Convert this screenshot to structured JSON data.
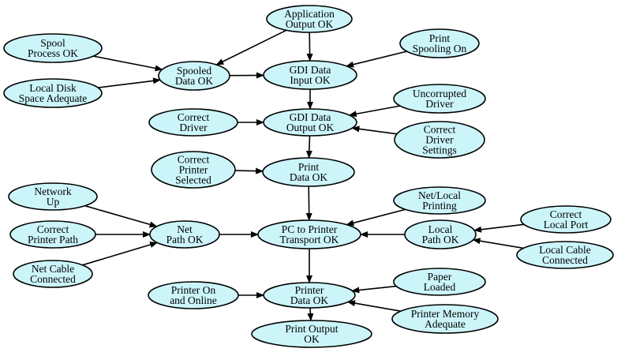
{
  "diagram": {
    "node_fill": "#ccf5fa",
    "node_stroke": "#000000",
    "nodes": [
      {
        "id": "app_output",
        "lines": [
          "Application",
          "Output OK"
        ]
      },
      {
        "id": "spool_process",
        "lines": [
          "Spool",
          "Process OK"
        ]
      },
      {
        "id": "print_spooling",
        "lines": [
          "Print",
          "Spooling On"
        ]
      },
      {
        "id": "spooled_data",
        "lines": [
          "Spooled",
          "Data OK"
        ]
      },
      {
        "id": "gdi_input",
        "lines": [
          "GDI Data",
          "Input OK"
        ]
      },
      {
        "id": "local_disk",
        "lines": [
          "Local Disk",
          "Space Adequate"
        ]
      },
      {
        "id": "uncorrupted_driver",
        "lines": [
          "Uncorrupted",
          "Driver"
        ]
      },
      {
        "id": "correct_driver",
        "lines": [
          "Correct",
          "Driver"
        ]
      },
      {
        "id": "gdi_output",
        "lines": [
          "GDI Data",
          "Output OK"
        ]
      },
      {
        "id": "driver_settings",
        "lines": [
          "Correct",
          "Driver",
          "Settings"
        ]
      },
      {
        "id": "printer_selected",
        "lines": [
          "Correct",
          "Printer",
          "Selected"
        ]
      },
      {
        "id": "print_data",
        "lines": [
          "Print",
          "Data OK"
        ]
      },
      {
        "id": "network_up",
        "lines": [
          "Network",
          "Up"
        ]
      },
      {
        "id": "net_local_printing",
        "lines": [
          "Net/Local",
          "Printing"
        ]
      },
      {
        "id": "correct_local_port",
        "lines": [
          "Correct",
          "Local Port"
        ]
      },
      {
        "id": "printer_path",
        "lines": [
          "Correct",
          "Printer Path"
        ]
      },
      {
        "id": "net_path",
        "lines": [
          "Net",
          "Path OK"
        ]
      },
      {
        "id": "pc_transport",
        "lines": [
          "PC to Printer",
          "Transport OK"
        ]
      },
      {
        "id": "local_path",
        "lines": [
          "Local",
          "Path OK"
        ]
      },
      {
        "id": "local_cable",
        "lines": [
          "Local Cable",
          "Connected"
        ]
      },
      {
        "id": "net_cable",
        "lines": [
          "Net Cable",
          "Connected"
        ]
      },
      {
        "id": "paper_loaded",
        "lines": [
          "Paper",
          "Loaded"
        ]
      },
      {
        "id": "printer_online",
        "lines": [
          "Printer On",
          "and Online"
        ]
      },
      {
        "id": "printer_data",
        "lines": [
          "Printer",
          "Data OK"
        ]
      },
      {
        "id": "printer_memory",
        "lines": [
          "Printer Memory",
          "Adequate"
        ]
      },
      {
        "id": "print_output",
        "lines": [
          "Print Output",
          "OK"
        ]
      }
    ],
    "edges": [
      {
        "from": "app_output",
        "to": "spooled_data"
      },
      {
        "from": "app_output",
        "to": "gdi_input"
      },
      {
        "from": "spool_process",
        "to": "spooled_data"
      },
      {
        "from": "local_disk",
        "to": "spooled_data"
      },
      {
        "from": "spooled_data",
        "to": "gdi_input"
      },
      {
        "from": "print_spooling",
        "to": "gdi_input"
      },
      {
        "from": "gdi_input",
        "to": "gdi_output"
      },
      {
        "from": "correct_driver",
        "to": "gdi_output"
      },
      {
        "from": "uncorrupted_driver",
        "to": "gdi_output"
      },
      {
        "from": "driver_settings",
        "to": "gdi_output"
      },
      {
        "from": "gdi_output",
        "to": "print_data"
      },
      {
        "from": "printer_selected",
        "to": "print_data"
      },
      {
        "from": "print_data",
        "to": "pc_transport"
      },
      {
        "from": "net_local_printing",
        "to": "pc_transport"
      },
      {
        "from": "network_up",
        "to": "net_path"
      },
      {
        "from": "printer_path",
        "to": "net_path"
      },
      {
        "from": "net_cable",
        "to": "net_path"
      },
      {
        "from": "net_path",
        "to": "pc_transport"
      },
      {
        "from": "local_path",
        "to": "pc_transport"
      },
      {
        "from": "correct_local_port",
        "to": "local_path"
      },
      {
        "from": "local_cable",
        "to": "local_path"
      },
      {
        "from": "pc_transport",
        "to": "printer_data"
      },
      {
        "from": "printer_online",
        "to": "printer_data"
      },
      {
        "from": "paper_loaded",
        "to": "printer_data"
      },
      {
        "from": "printer_memory",
        "to": "printer_data"
      },
      {
        "from": "printer_data",
        "to": "print_output"
      }
    ]
  }
}
